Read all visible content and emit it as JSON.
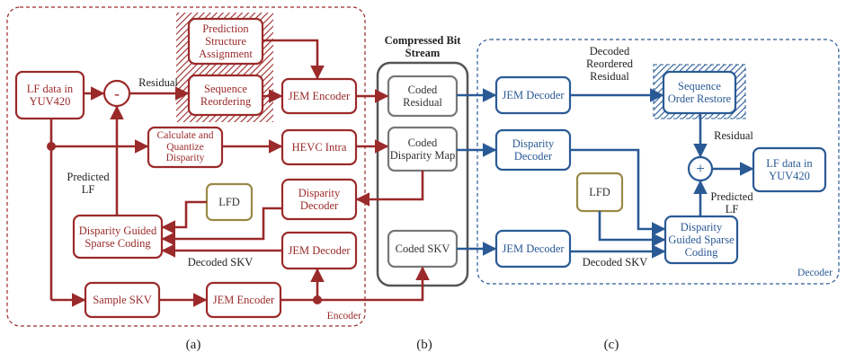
{
  "colors": {
    "encoder": "#9b2a2a",
    "decoder": "#2a5a95",
    "bitstream": "#555555",
    "lfd": "#9a8a48"
  },
  "encoder": {
    "region_label": "Encoder",
    "lf_data": "LF data in YUV420",
    "minus": "-",
    "residual": "Residual",
    "prediction_structure": "Prediction Structure Assignment",
    "sequence_reordering": "Sequence Reordering",
    "jem_encoder_top": "JEM Encoder",
    "calc_quantize": "Calculate and Quantize Disparity",
    "hevc_intra": "HEVC Intra",
    "predicted_lf": "Predicted LF",
    "lfd": "LFD",
    "disparity_decoder": "Disparity Decoder",
    "dgsc": "Disparity Guided Sparse Coding",
    "jem_decoder": "JEM Decoder",
    "decoded_skv": "Decoded SKV",
    "sample_skv": "Sample SKV",
    "jem_encoder_bottom": "JEM Encoder"
  },
  "bitstream": {
    "title": "Compressed Bit Stream",
    "coded_residual": "Coded Residual",
    "coded_disparity": "Coded Disparity Map",
    "coded_skv": "Coded SKV"
  },
  "decoder": {
    "region_label": "Decoder",
    "jem_decoder_top": "JEM Decoder",
    "decoded_reordered_residual": "Decoded Reordered Residual",
    "sequence_order_restore": "Sequence Order Restore",
    "residual": "Residual",
    "plus": "+",
    "lf_data": "LF data in YUV420",
    "disparity_decoder": "Disparity Decoder",
    "lfd": "LFD",
    "predicted_lf": "Predicted LF",
    "dgsc": "Disparity Guided Sparse Coding",
    "jem_decoder_bottom": "JEM Decoder",
    "decoded_skv": "Decoded SKV"
  },
  "captions": [
    "(a)",
    "(b)",
    "(c)"
  ]
}
